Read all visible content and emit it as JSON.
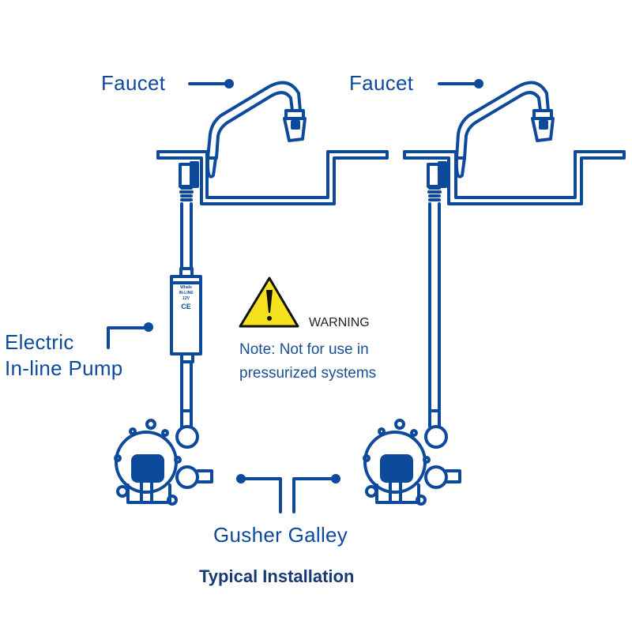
{
  "labels": {
    "faucet_left": "Faucet",
    "faucet_right": "Faucet",
    "pump_line1": "Electric",
    "pump_line2": "In-line Pump",
    "gusher": "Gusher Galley",
    "title": "Typical Installation"
  },
  "warning": {
    "heading": "WARNING",
    "note_line1": "Note: Not for use in",
    "note_line2": "pressurized systems",
    "icon": "warning-triangle-icon"
  },
  "inline_pump_badge": {
    "line1": "Whale",
    "line2": "IN-LINE",
    "line3": "12V",
    "mark": "CE"
  },
  "colors": {
    "line": "#0e4a9b",
    "warning_fill": "#f5e11e",
    "warning_stroke": "#111111"
  }
}
